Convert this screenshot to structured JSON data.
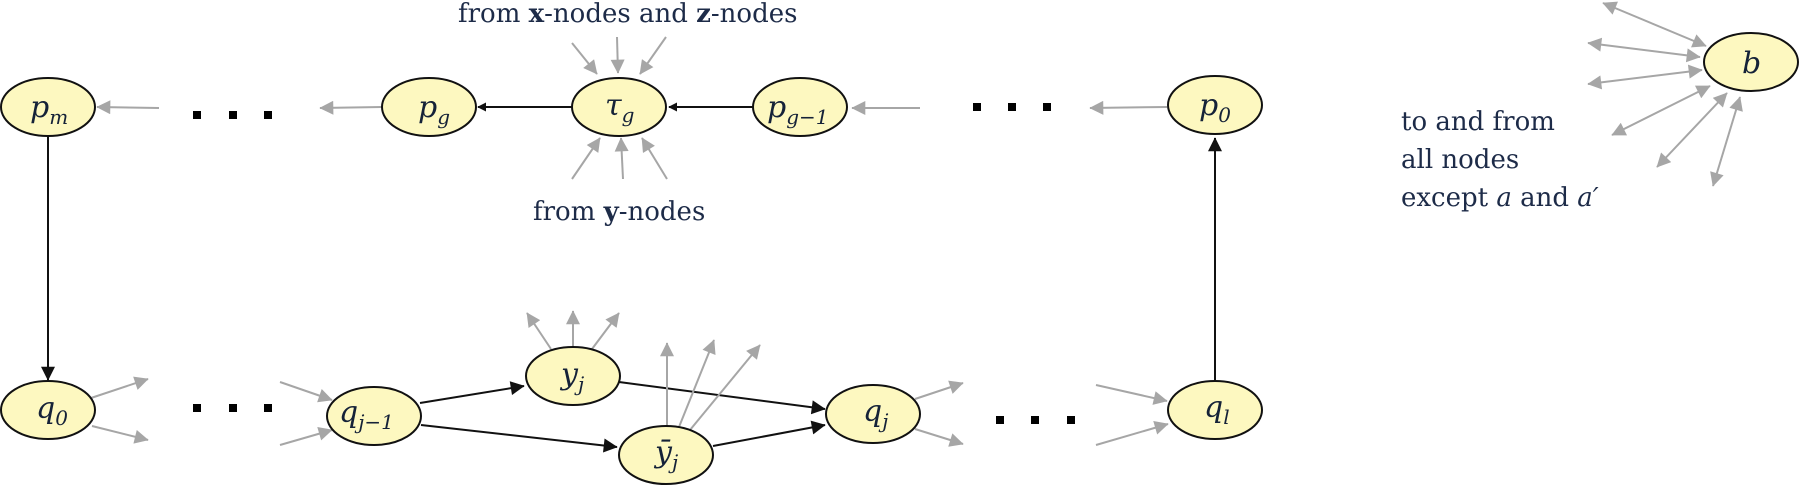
{
  "diagram": {
    "colors": {
      "node_fill": "#fdf8c0",
      "node_stroke": "#111111",
      "main_edge": "#111111",
      "auxiliary_edge": "#a6a6a6",
      "text": "#1d2b48"
    },
    "nodes": {
      "p_m": {
        "base": "p",
        "sub": "m"
      },
      "p_g": {
        "base": "p",
        "sub": "g"
      },
      "tau_g": {
        "base": "τ",
        "sub": "g"
      },
      "p_g_minus_1": {
        "base": "p",
        "sub": "g−1"
      },
      "p_0": {
        "base": "p",
        "sub": "0"
      },
      "b": {
        "base": "b",
        "sub": ""
      },
      "q_0": {
        "base": "q",
        "sub": "0"
      },
      "q_j_minus_1": {
        "base": "q",
        "sub": "j−1"
      },
      "y_j": {
        "base": "y",
        "sub": "j"
      },
      "y_bar_j": {
        "base": "ȳ",
        "sub": "j"
      },
      "q_j": {
        "base": "q",
        "sub": "j"
      },
      "q_l": {
        "base": "q",
        "sub": "l"
      }
    },
    "ellipsis": "· · ·",
    "annotations": {
      "top": {
        "pre": "from ",
        "b1": "x",
        "mid": "-nodes and ",
        "b2": "z",
        "post": "-nodes"
      },
      "bottom": {
        "pre": "from ",
        "b1": "y",
        "post": "-nodes"
      },
      "b_note": {
        "line1": "to and from",
        "line2": "all nodes",
        "line3_pre": "except ",
        "line3_a": "a",
        "line3_mid": " and ",
        "line3_a2": "a′"
      }
    },
    "edges_main": [
      {
        "from": "tau_g",
        "to": "p_g"
      },
      {
        "from": "p_g_minus_1",
        "to": "tau_g"
      },
      {
        "from": "p_m",
        "to": "q_0"
      },
      {
        "from": "q_l",
        "to": "p_0"
      },
      {
        "from": "q_j_minus_1",
        "to": "y_j"
      },
      {
        "from": "q_j_minus_1",
        "to": "y_bar_j"
      },
      {
        "from": "y_j",
        "to": "q_j"
      },
      {
        "from": "y_bar_j",
        "to": "q_j"
      }
    ]
  }
}
